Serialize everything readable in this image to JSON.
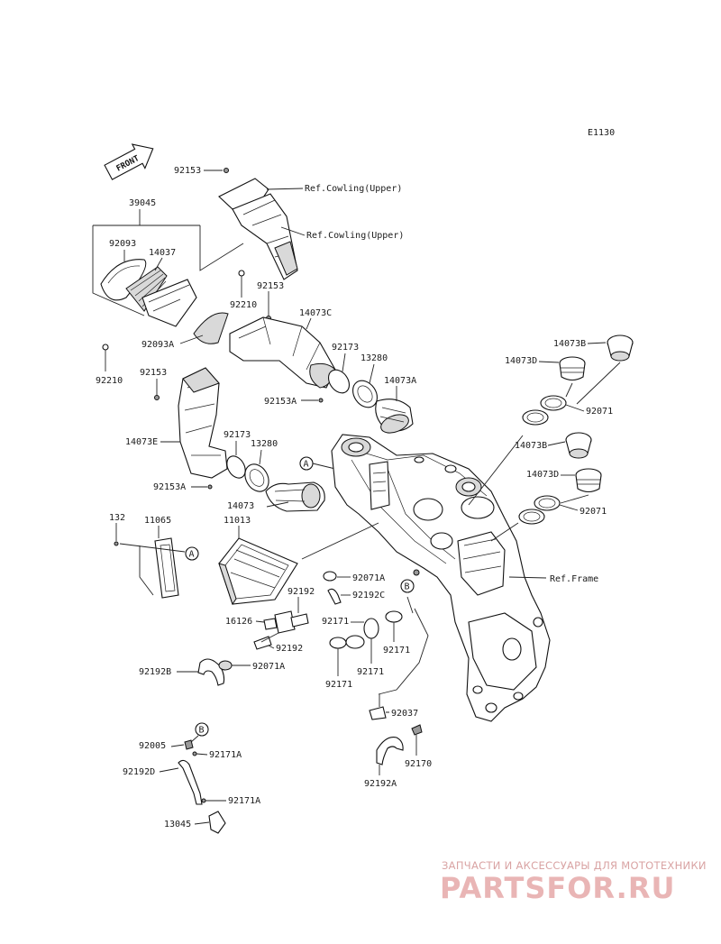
{
  "diagram_code": "E1130",
  "front_marker": "FRONT",
  "refs": {
    "cowling_upper_1": "Ref.Cowling(Upper)",
    "cowling_upper_2": "Ref.Cowling(Upper)",
    "frame": "Ref.Frame"
  },
  "circle_markers": {
    "a1": "A",
    "a2": "A",
    "b1": "B",
    "b2": "B"
  },
  "parts": {
    "p92153_top": "92153",
    "p39045": "39045",
    "p92093": "92093",
    "p14037": "14037",
    "p92210_r": "92210",
    "p92153_mid": "92153",
    "p92093A": "92093A",
    "p92210_l": "92210",
    "p92153_l": "92153",
    "p14073C": "14073C",
    "p92173_r": "92173",
    "p13280_r": "13280",
    "p14073A": "14073A",
    "p92153A_r": "92153A",
    "p14073E": "14073E",
    "p92173_l": "92173",
    "p13280_l": "13280",
    "p92153A_l": "92153A",
    "p14073": "14073",
    "p14073B_1": "14073B",
    "p14073D_1": "14073D",
    "p92071_1": "92071",
    "p14073B_2": "14073B",
    "p14073D_2": "14073D",
    "p92071_2": "92071",
    "p132": "132",
    "p11065": "11065",
    "p11013": "11013",
    "p92071A_r": "92071A",
    "p92192": "92192",
    "p92192C": "92192C",
    "p16126": "16126",
    "p92171_a": "92171",
    "p92171_b": "92171",
    "p92192_b": "92192",
    "p92192B": "92192B",
    "p92071A_l": "92071A",
    "p92171_c": "92171",
    "p92171_d": "92171",
    "p92037": "92037",
    "p92005": "92005",
    "p92171A_1": "92171A",
    "p92192D": "92192D",
    "p92170": "92170",
    "p92192A": "92192A",
    "p92171A_2": "92171A",
    "p13045": "13045"
  },
  "watermark": {
    "line1": "ЗАПЧАСТИ И АКСЕССУАРЫ ДЛЯ МОТОТЕХНИКИ",
    "line2": "PARTSFOR.RU"
  },
  "colors": {
    "ink": "#111111",
    "watermark": "#e9b5b5"
  }
}
